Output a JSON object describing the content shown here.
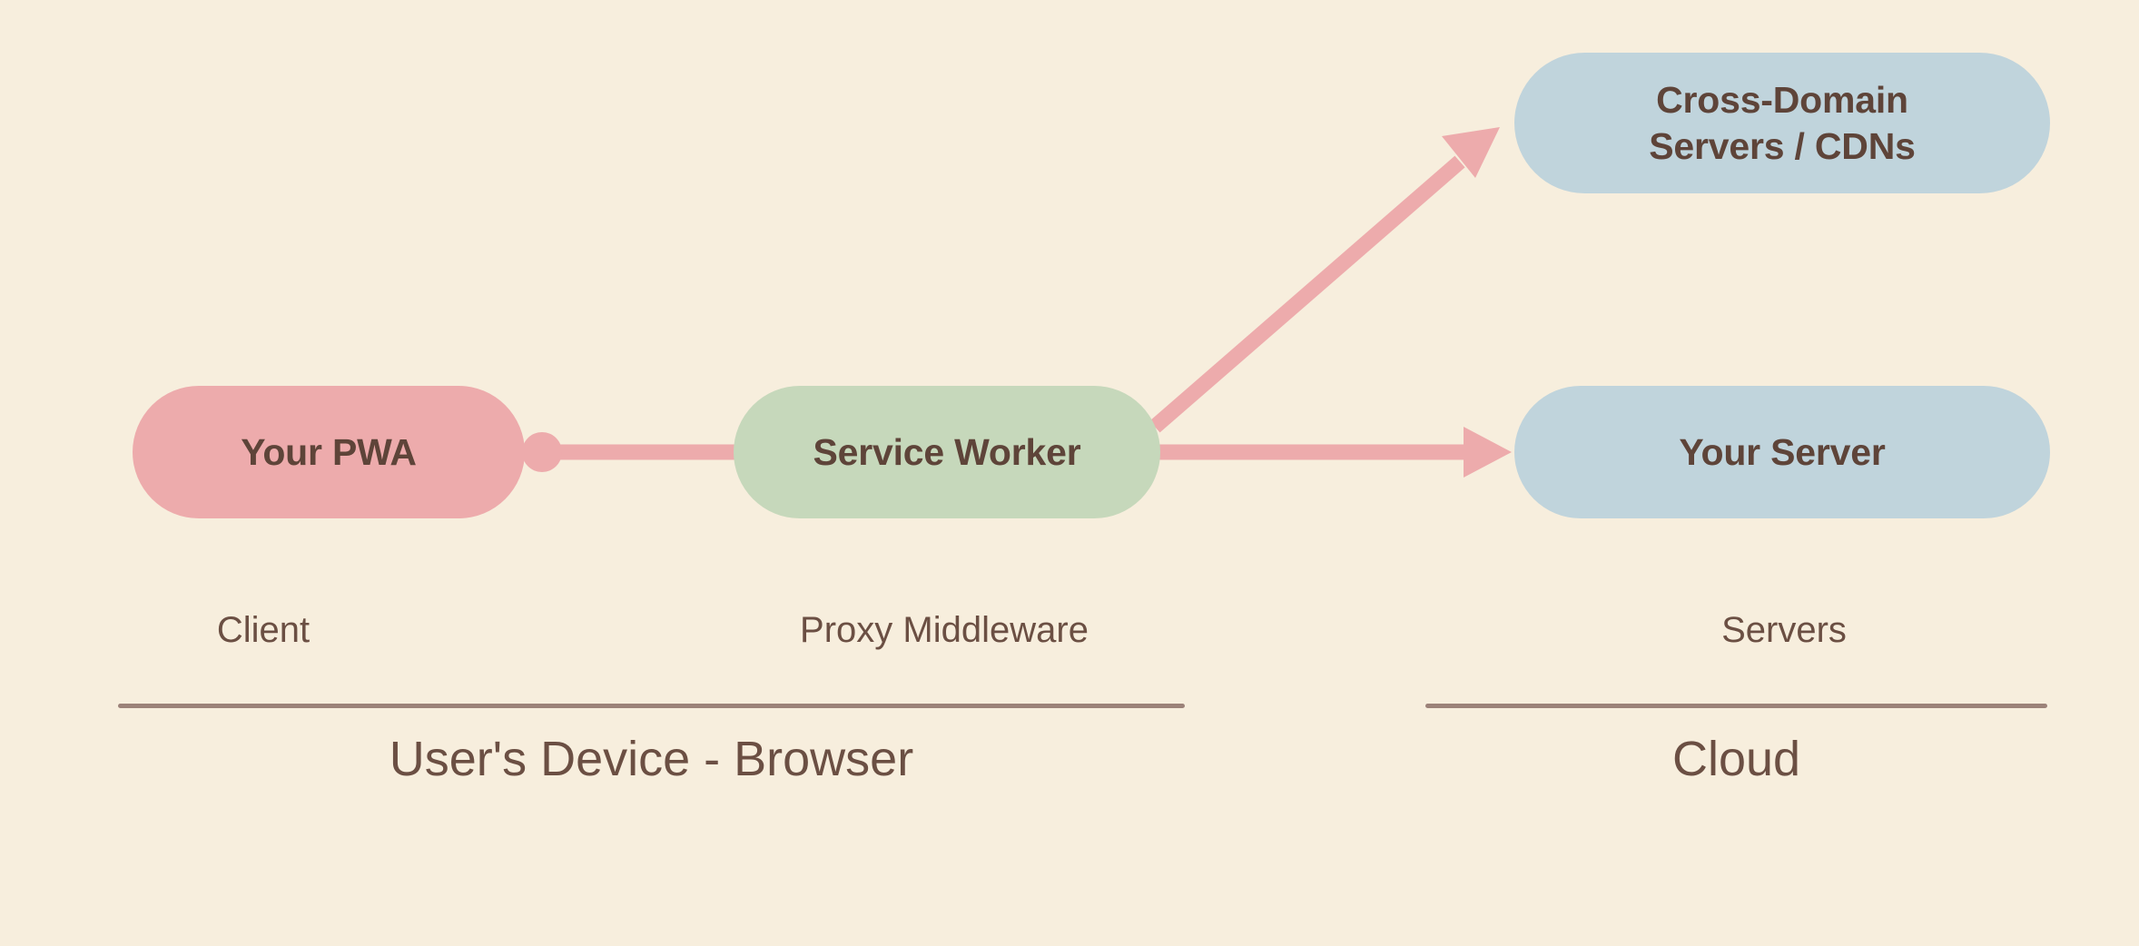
{
  "diagram": {
    "background_color": "#F7EEDD",
    "text_color": "#5E4439",
    "nodes": {
      "pwa": {
        "label": "Your PWA",
        "color": "#EDABAC",
        "zone": "Client"
      },
      "sw": {
        "label": "Service Worker",
        "color": "#C6D8BB",
        "zone": "Proxy Middleware"
      },
      "cdn": {
        "label": "Cross-Domain\nServers / CDNs",
        "color": "#C0D4DC",
        "zone": "Servers"
      },
      "server": {
        "label": "Your Server",
        "color": "#C0D4DC",
        "zone": "Servers"
      }
    },
    "edges": [
      {
        "from": "pwa",
        "to": "sw",
        "style": "line-with-dot",
        "color": "#EDABAC"
      },
      {
        "from": "sw",
        "to": "server",
        "style": "arrow",
        "color": "#EDABAC"
      },
      {
        "from": "sw",
        "to": "cdn",
        "style": "arrow",
        "color": "#EDABAC"
      }
    ],
    "zones": {
      "client": {
        "label": "Client"
      },
      "proxy": {
        "label": "Proxy Middleware"
      },
      "servers": {
        "label": "Servers"
      }
    },
    "groups": {
      "device": {
        "title": "User's Device - Browser",
        "divider_color": "#9C8279"
      },
      "cloud": {
        "title": "Cloud",
        "divider_color": "#9C8279"
      }
    }
  }
}
